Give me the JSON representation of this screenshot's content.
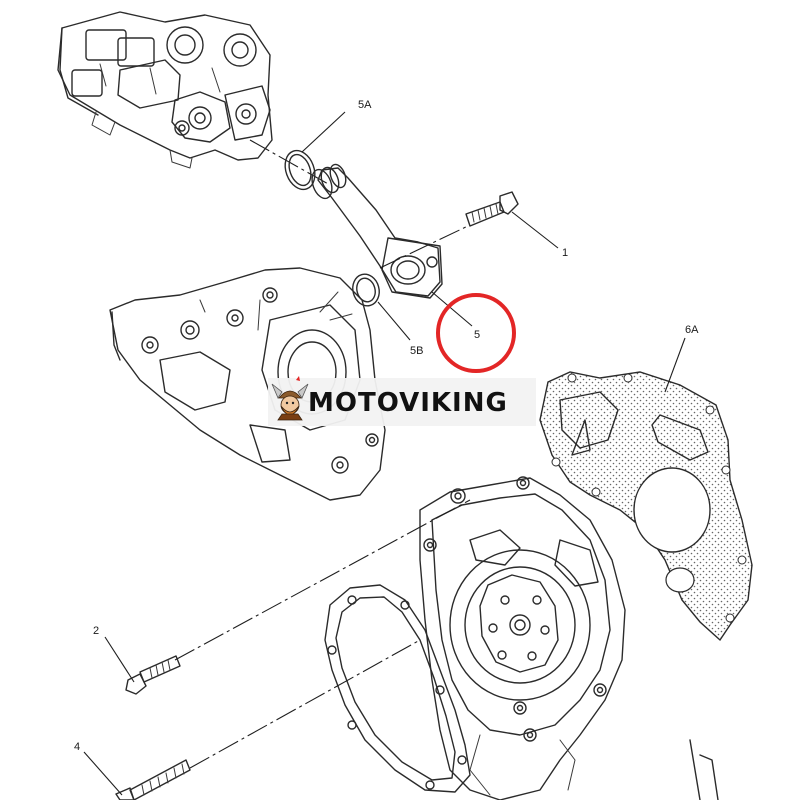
{
  "callouts": {
    "c1": "1",
    "c2": "2",
    "c4": "4",
    "c5": "5",
    "c5a": "5A",
    "c5b": "5B",
    "c6a": "6A"
  },
  "watermark": {
    "text": "MOTOVIKING"
  },
  "colors": {
    "line": "#2b2b2b",
    "highlight_circle": "#e32626",
    "watermark_bg": "#f2f2f2"
  },
  "icons": {
    "logo": "viking-mascot-icon"
  }
}
